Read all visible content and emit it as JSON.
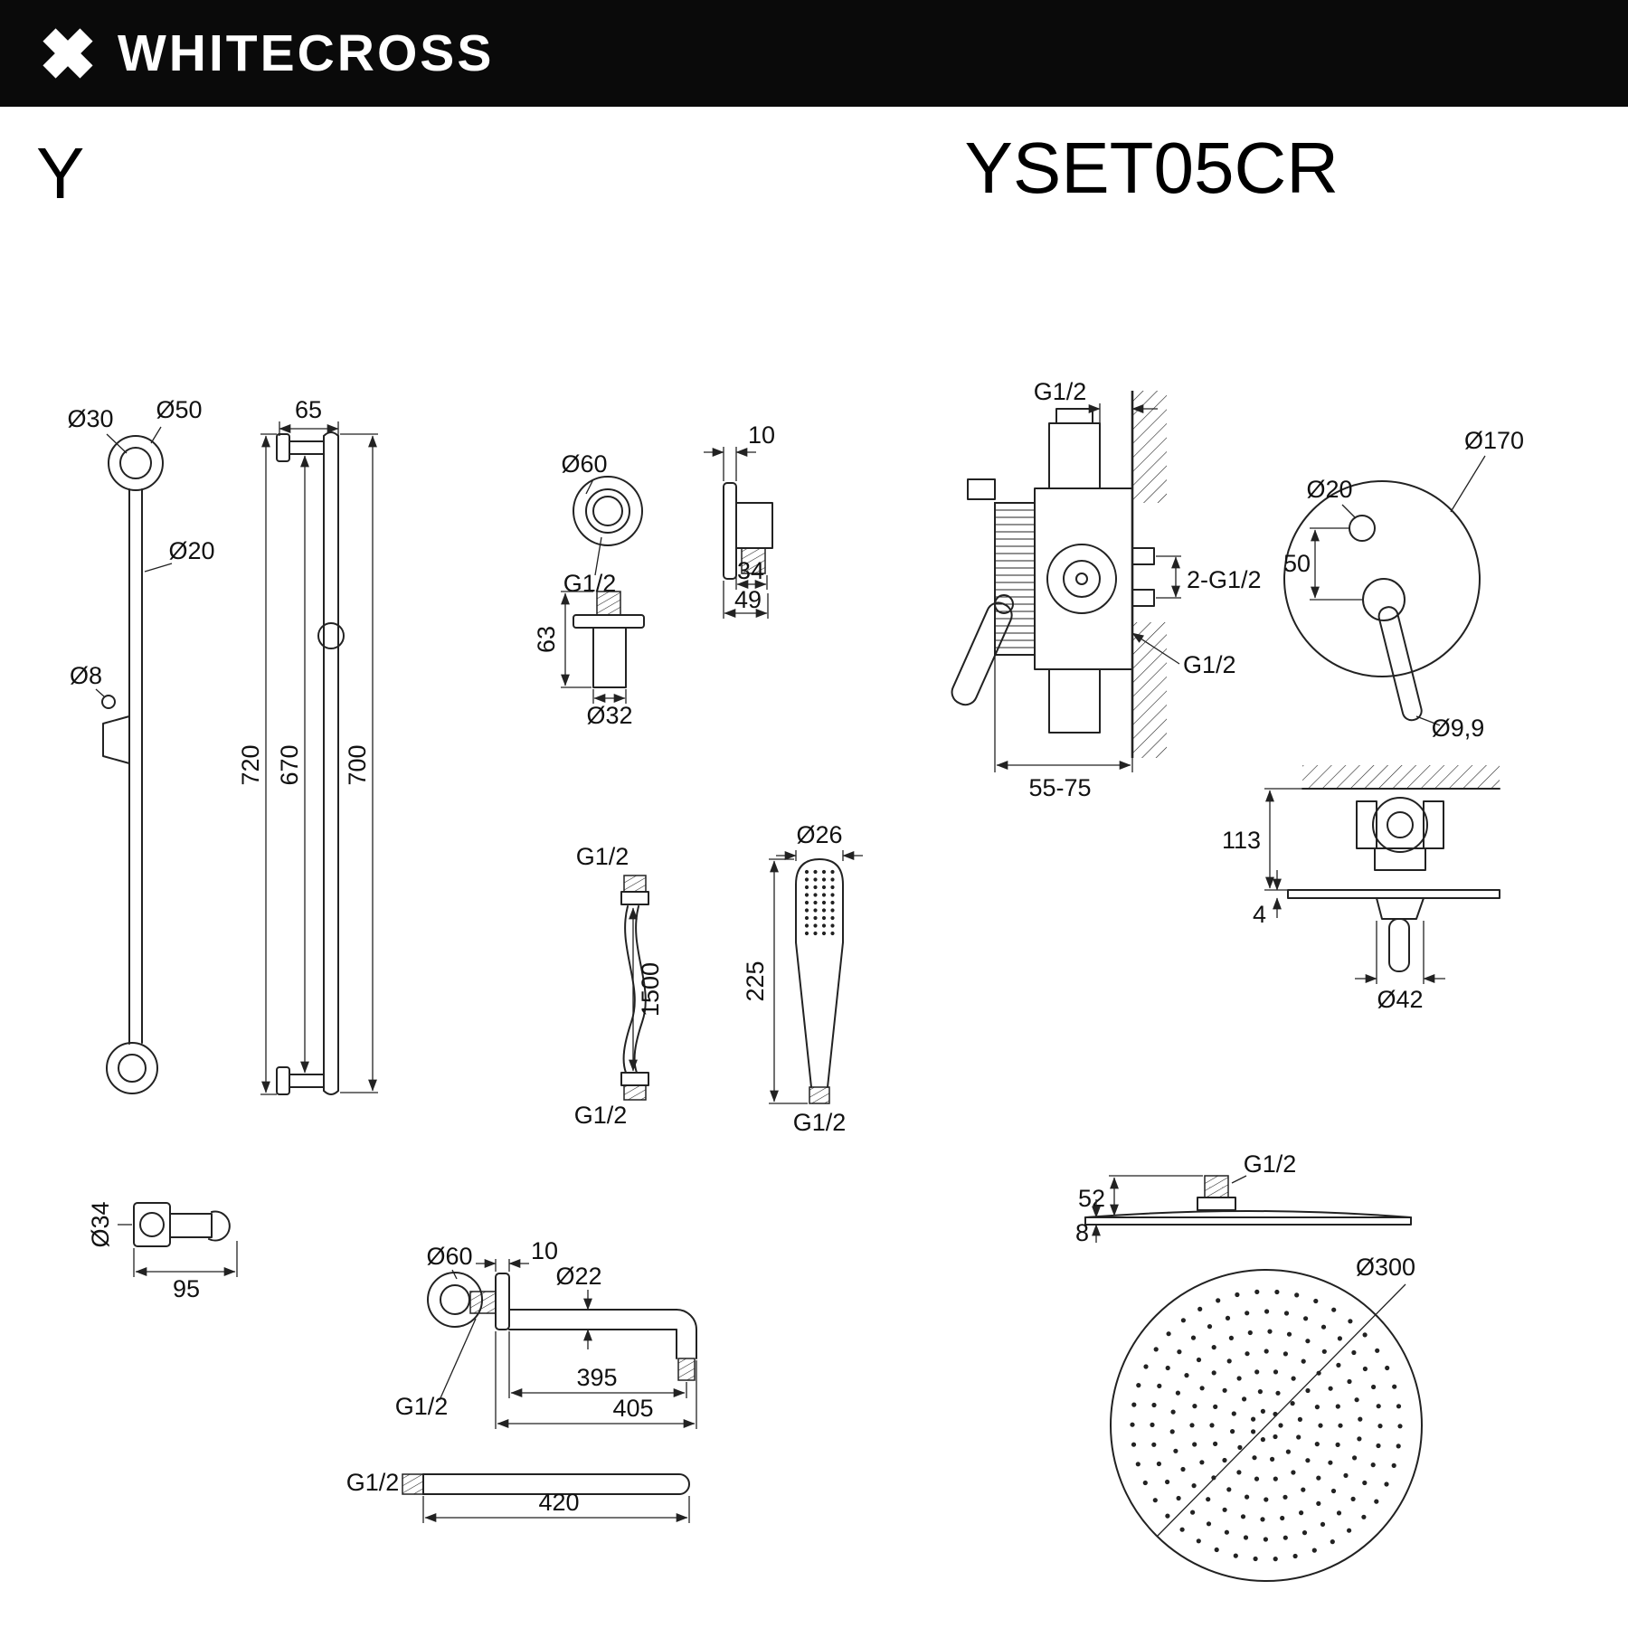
{
  "header": {
    "brand": "WHITECROSS"
  },
  "title": {
    "series": "Y",
    "model": "YSET05CR"
  },
  "labels": {
    "slidebar": {
      "dia30": "Ø30",
      "dia50": "Ø50",
      "dia20": "Ø20",
      "dia8": "Ø8",
      "w65": "65",
      "h720": "720",
      "h670": "670",
      "h700": "700"
    },
    "elbow": {
      "dia60": "Ø60",
      "g12": "G1/2",
      "h63": "63",
      "dia32": "Ø32",
      "t10": "10",
      "w34": "34",
      "w49": "49"
    },
    "mixer_front": {
      "g12_top": "G1/2",
      "g12_ports": "2-G1/2",
      "g12_bottom": "G1/2",
      "depth": "55-75"
    },
    "plate": {
      "dia170": "Ø170",
      "dia20": "Ø20",
      "off50": "50",
      "dia99": "Ø9,9"
    },
    "mixer_side": {
      "h113": "113",
      "t4": "4",
      "dia42": "Ø42"
    },
    "hose": {
      "g12_top": "G1/2",
      "len": "1500",
      "g12_bottom": "G1/2"
    },
    "handshower": {
      "dia26": "Ø26",
      "len": "225",
      "g12": "G1/2"
    },
    "bracket": {
      "dia34": "Ø34",
      "w95": "95"
    },
    "arm": {
      "dia60": "Ø60",
      "t10": "10",
      "dia22": "Ø22",
      "l395": "395",
      "l405": "405",
      "g12_wall": "G1/2",
      "g12_in": "G1/2",
      "l420": "420"
    },
    "head_side": {
      "g12": "G1/2",
      "h52": "52",
      "t8": "8"
    },
    "head_front": {
      "dia300": "Ø300"
    }
  }
}
